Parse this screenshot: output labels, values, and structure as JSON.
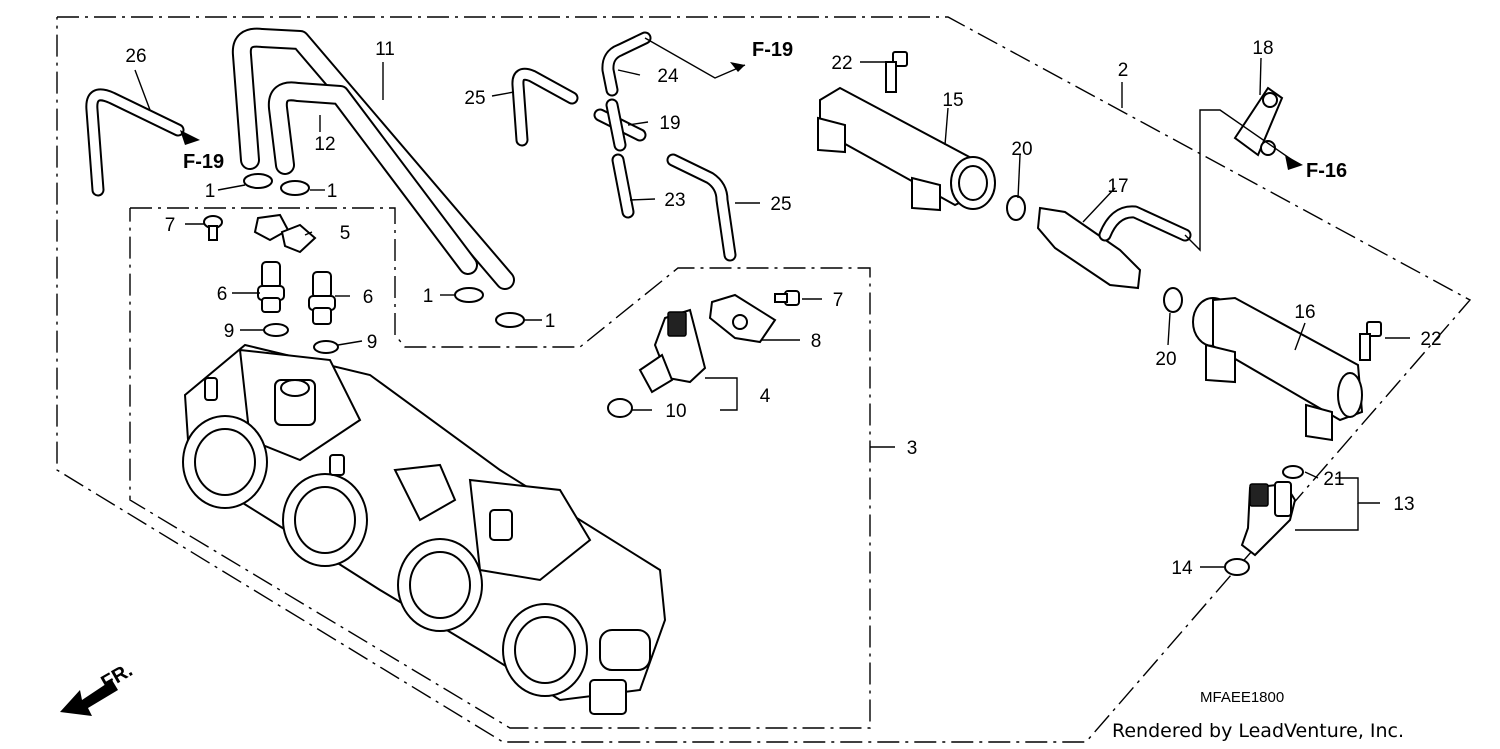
{
  "diagram": {
    "drawing_code": "MFAEE1800",
    "credit": "Rendered by LeadVenture, Inc.",
    "front_marker": "FR.",
    "references": [
      {
        "id": "ref-f19-top",
        "text": "F-19"
      },
      {
        "id": "ref-f19-left",
        "text": "F-19"
      },
      {
        "id": "ref-f16",
        "text": "F-16"
      }
    ],
    "callouts": [
      {
        "id": "c26",
        "text": "26"
      },
      {
        "id": "c11",
        "text": "11"
      },
      {
        "id": "c12",
        "text": "12"
      },
      {
        "id": "c25a",
        "text": "25"
      },
      {
        "id": "c24",
        "text": "24"
      },
      {
        "id": "c19",
        "text": "19"
      },
      {
        "id": "c23",
        "text": "23"
      },
      {
        "id": "c25b",
        "text": "25"
      },
      {
        "id": "c22a",
        "text": "22"
      },
      {
        "id": "c15",
        "text": "15"
      },
      {
        "id": "c2",
        "text": "2"
      },
      {
        "id": "c18",
        "text": "18"
      },
      {
        "id": "c20a",
        "text": "20"
      },
      {
        "id": "c17",
        "text": "17"
      },
      {
        "id": "c1a",
        "text": "1"
      },
      {
        "id": "c1b",
        "text": "1"
      },
      {
        "id": "c7a",
        "text": "7"
      },
      {
        "id": "c5",
        "text": "5"
      },
      {
        "id": "c6a",
        "text": "6"
      },
      {
        "id": "c6b",
        "text": "6"
      },
      {
        "id": "c9a",
        "text": "9"
      },
      {
        "id": "c9b",
        "text": "9"
      },
      {
        "id": "c1c",
        "text": "1"
      },
      {
        "id": "c1d",
        "text": "1"
      },
      {
        "id": "c7b",
        "text": "7"
      },
      {
        "id": "c8",
        "text": "8"
      },
      {
        "id": "c4",
        "text": "4"
      },
      {
        "id": "c10",
        "text": "10"
      },
      {
        "id": "c3",
        "text": "3"
      },
      {
        "id": "c16",
        "text": "16"
      },
      {
        "id": "c22b",
        "text": "22"
      },
      {
        "id": "c20b",
        "text": "20"
      },
      {
        "id": "c21",
        "text": "21"
      },
      {
        "id": "c13",
        "text": "13"
      },
      {
        "id": "c14",
        "text": "14"
      }
    ]
  }
}
